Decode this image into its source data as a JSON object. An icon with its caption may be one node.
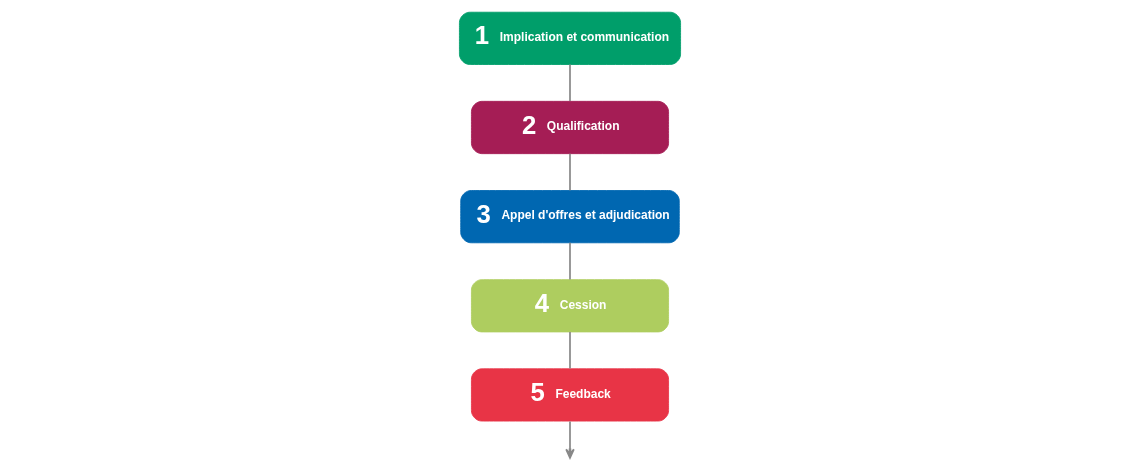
{
  "diagram": {
    "nodes": [
      {
        "text": [
          "1",
          "Implication et communication"
        ]
      },
      {
        "text": [
          "2",
          "Qualification"
        ]
      },
      {
        "text": [
          "3",
          "Appel d'offres et adjudication"
        ]
      },
      {
        "text": [
          "4",
          "Cession"
        ]
      },
      {
        "text": [
          "5",
          "Feedback"
        ]
      }
    ],
    "edges": [
      {
        "from": 0,
        "to": 1,
        "arrow": "none"
      },
      {
        "from": 1,
        "to": 2,
        "arrow": "none"
      },
      {
        "from": 2,
        "to": 3,
        "arrow": "none"
      },
      {
        "from": 3,
        "to": 4,
        "arrow": "none"
      },
      {
        "from": 4,
        "to": null,
        "arrow": "to"
      }
    ]
  }
}
